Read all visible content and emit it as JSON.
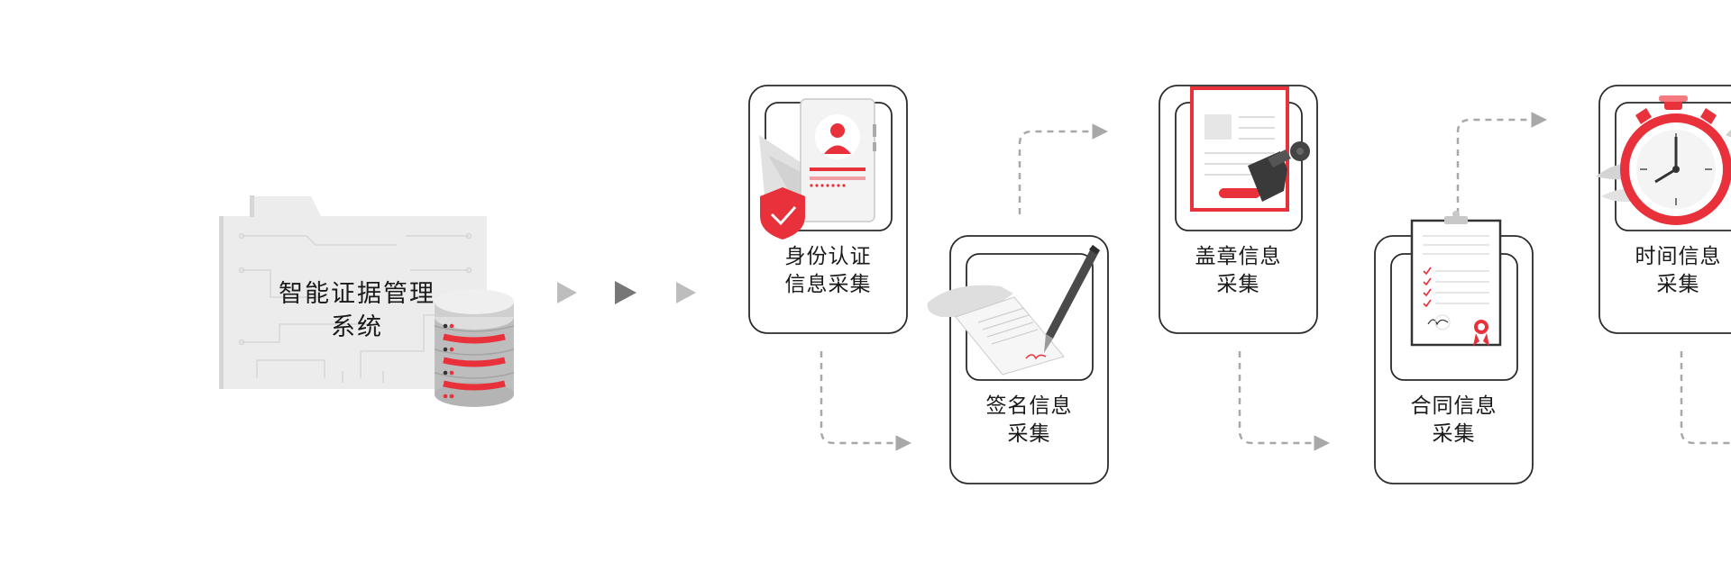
{
  "system": {
    "title_line1": "智能证据管理",
    "title_line2": "系统"
  },
  "steps": [
    {
      "line1": "身份认证",
      "line2": "信息采集"
    },
    {
      "line1": "签名信息",
      "line2": "采集"
    },
    {
      "line1": "盖章信息",
      "line2": "采集"
    },
    {
      "line1": "合同信息",
      "line2": "采集"
    },
    {
      "line1": "时间信息",
      "line2": "采集"
    }
  ],
  "colors": {
    "accent": "#e8313a",
    "accent_light": "#f47a80",
    "line_gray": "#9e9e9e",
    "panel_gray": "#ececec",
    "box_border": "#2a2a2a"
  }
}
